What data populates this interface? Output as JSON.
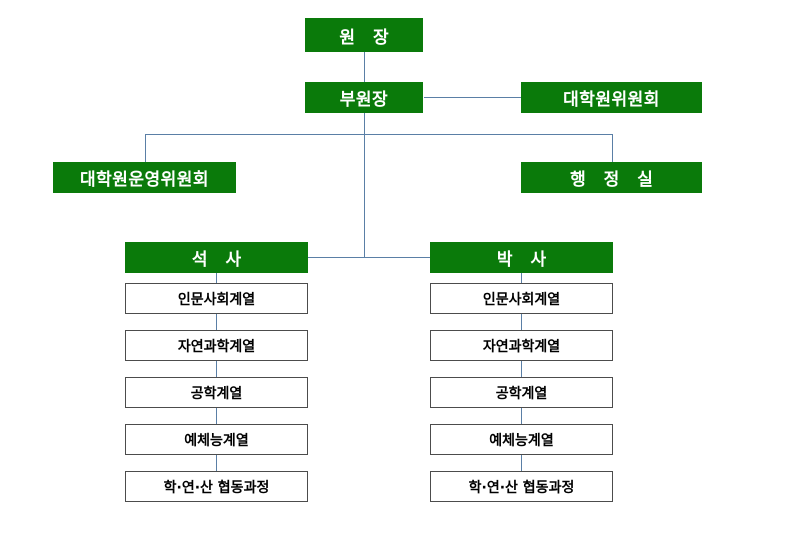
{
  "chart_title": "",
  "colors": {
    "box_green": "#0a7a0a",
    "box_green_text": "#ffffff",
    "leaf_border": "#4c4c4c",
    "leaf_text": "#000000",
    "connector": "#5a7fa6",
    "background": "#ffffff"
  },
  "nodes": {
    "director": "원  장",
    "vice_director": "부원장",
    "graduate_committee": "대학원위원회",
    "graduate_steering_committee": "대학원운영위원회",
    "administration_office": "행 정 실",
    "masters": "석  사",
    "doctorate": "박  사"
  },
  "masters_programs": [
    {
      "label": "인문사회계열"
    },
    {
      "label": "자연과학계열"
    },
    {
      "label": "공학계열"
    },
    {
      "label": "예체능계열"
    },
    {
      "label": "학·연·산 협동과정"
    }
  ],
  "doctorate_programs": [
    {
      "label": "인문사회계열"
    },
    {
      "label": "자연과학계열"
    },
    {
      "label": "공학계열"
    },
    {
      "label": "예체능계열"
    },
    {
      "label": "학·연·산 협동과정"
    }
  ]
}
